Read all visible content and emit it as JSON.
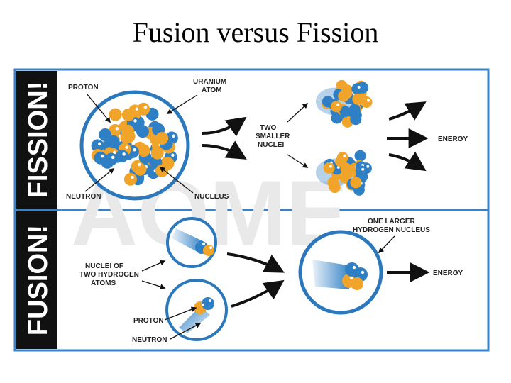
{
  "title": "Fusion versus Fission",
  "watermark": "AOME",
  "fission": {
    "band_label": "FISSION!",
    "labels": {
      "proton": "PROTON",
      "uranium_line1": "URANIUM",
      "uranium_line2": "ATOM",
      "neutron": "NEUTRON",
      "nucleus": "NUCLEUS",
      "two_smaller_line1": "TWO",
      "two_smaller_line2": "SMALLER",
      "two_smaller_line3": "NUCLEI",
      "energy": "ENERGY"
    }
  },
  "fusion": {
    "band_label": "FUSION!",
    "labels": {
      "nuclei_line1": "NUCLEI OF",
      "nuclei_line2": "TWO HYDROGEN",
      "nuclei_line3": "ATOMS",
      "larger_line1": "ONE LARGER",
      "larger_line2": "HYDROGEN NUCLEUS",
      "proton": "PROTON",
      "neutron": "NEUTRON",
      "energy": "ENERGY"
    }
  },
  "colors": {
    "frame": "#3a82c4",
    "band": "#111111",
    "proton": "#f0a42a",
    "neutron": "#2f7fc4",
    "ring": "#2c78bd"
  }
}
